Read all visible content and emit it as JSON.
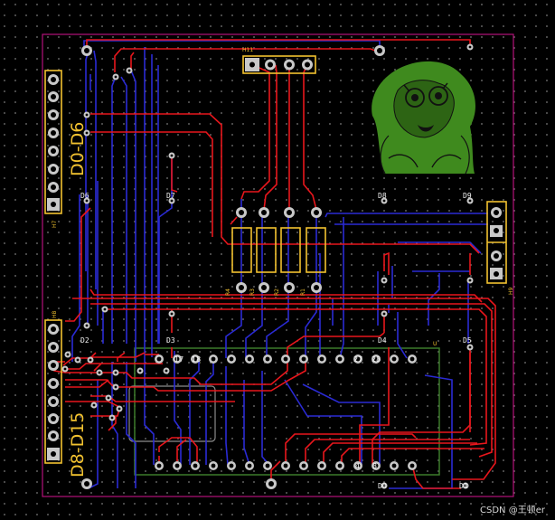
{
  "labels": {
    "hdr_left_top": "H7",
    "hdr_left_bot": "H8",
    "hdr_top": "H11",
    "hdr_right": "H9",
    "ic": "U",
    "text_d0_d6": "D0-D6",
    "text_d8_d15": "D8-D15",
    "r4": "R4",
    "r3": "R3",
    "r2": "R2",
    "r1": "R1",
    "d6": "D6",
    "d7": "D7",
    "d8": "D8",
    "d9": "D9",
    "d2": "D2",
    "d3": "D3",
    "d4": "D4",
    "d5": "D5",
    "d0": "D0",
    "d1": "D1",
    "pin17": "17",
    "pin18": "18",
    "pin27": "27",
    "pin28": "28",
    "pin4": "4",
    "pin3": "3"
  },
  "watermark": "CSDN @王顿er",
  "colors": {
    "background": "#000000",
    "grid_dot": "#7a7a7a",
    "edge_cuts": "#b3127a",
    "silkscreen": "#f2c230",
    "top_copper": "#e8161c",
    "bottom_copper": "#2a2ad4",
    "fab_outline": "#3c7a2a",
    "pad": "#c8c8c8",
    "logo_green": "#3f8a1e"
  }
}
